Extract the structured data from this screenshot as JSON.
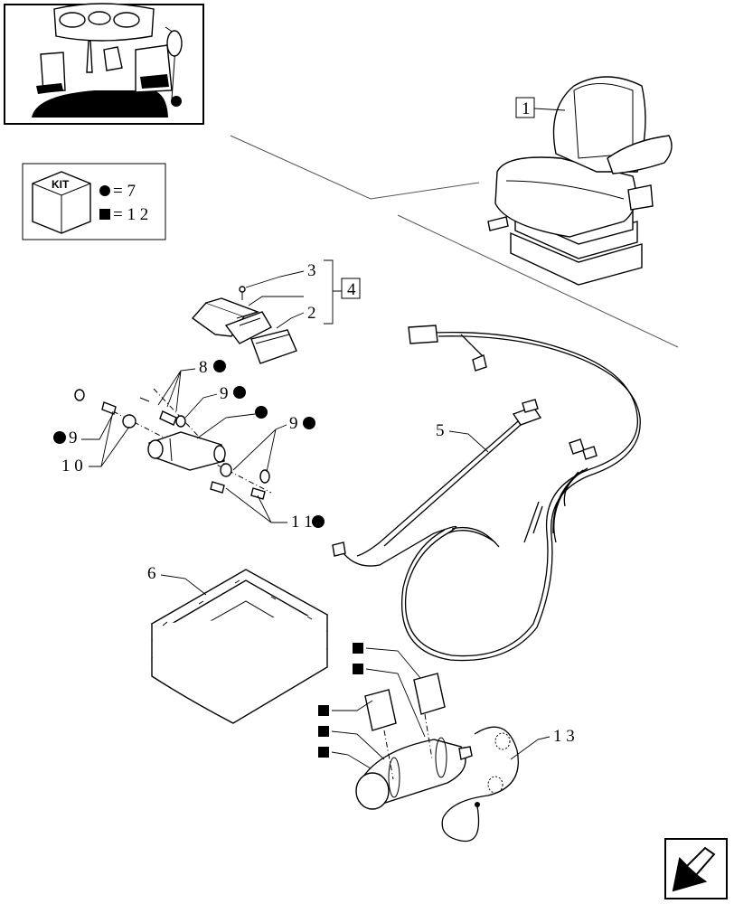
{
  "thumbnail": {
    "description_icon": "tractor-cab-pedals-icon"
  },
  "kit_legend": {
    "kit_label": "KIT",
    "circle_value": "= 7",
    "square_value": "= 1 2"
  },
  "callouts": {
    "c1": "1",
    "c2": "2",
    "c3": "3",
    "c4": "4",
    "c5": "5",
    "c6": "6",
    "c8": "8",
    "c9a": "9",
    "c9b": "9",
    "c9c": "9",
    "c10": "1 0",
    "c11": "1 1",
    "c13": "1 3"
  },
  "nav": {
    "icon": "arrow-down-left-icon"
  },
  "colors": {
    "ink": "#000000",
    "paper": "#ffffff",
    "grey": "#555555"
  }
}
